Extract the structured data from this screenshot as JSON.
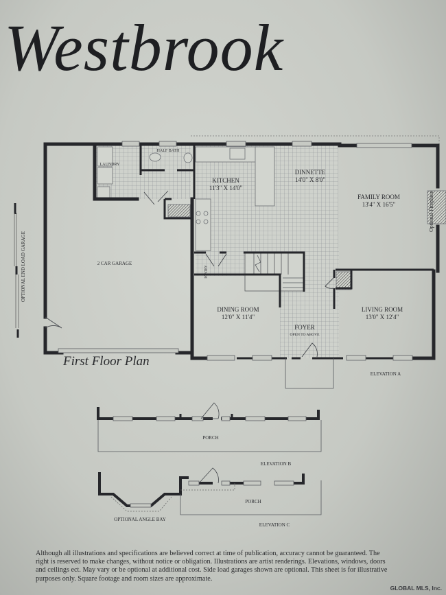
{
  "title": "Westbrook",
  "plan_caption": "First Floor Plan",
  "rooms": [
    {
      "name": "LAUNDRY",
      "size": ""
    },
    {
      "name": "HALF BATH",
      "size": ""
    },
    {
      "name": "KITCHEN",
      "size": "11'3\" X 14'0\""
    },
    {
      "name": "DINNETTE",
      "size": "14'0\" X 8'0\""
    },
    {
      "name": "FAMILY ROOM",
      "size": "13'4\" X 16'5\""
    },
    {
      "name": "2 CAR GARAGE",
      "size": ""
    },
    {
      "name": "PANTRY",
      "size": ""
    },
    {
      "name": "DINING ROOM",
      "size": "12'0\" X 11'4\""
    },
    {
      "name": "LIVING ROOM",
      "size": "13'0\" X 12'4\""
    },
    {
      "name": "FOYER",
      "size": "OPEN TO ABOVE"
    }
  ],
  "notes": {
    "optional_garage": "OPTIONAL END LOAD GARAGE",
    "optional_fireplace": "Optional Fireplace",
    "optional_bay": "OPTIONAL ANGLE BAY"
  },
  "elevations": {
    "a": "ELEVATION A",
    "b": "ELEVATION B",
    "c": "ELEVATION C",
    "porch_b": "PORCH",
    "porch_c": "PORCH"
  },
  "disclaimer": "Although all illustrations and specifications are believed correct at time of publication, accuracy cannot be guaranteed. The right is reserved to make changes, without notice or obligation. Illustrations are artist renderings. Elevations, windows, doors and ceilings ect. May vary or be optional at additional cost. Side load garages shown are optional. This sheet is for illustrative purposes only. Square footage and room sizes are approximate.",
  "credit": "GLOBAL MLS, Inc.",
  "colors": {
    "paper": "#c9ccc6",
    "ink": "#26272b",
    "tile": "#8d9096"
  }
}
